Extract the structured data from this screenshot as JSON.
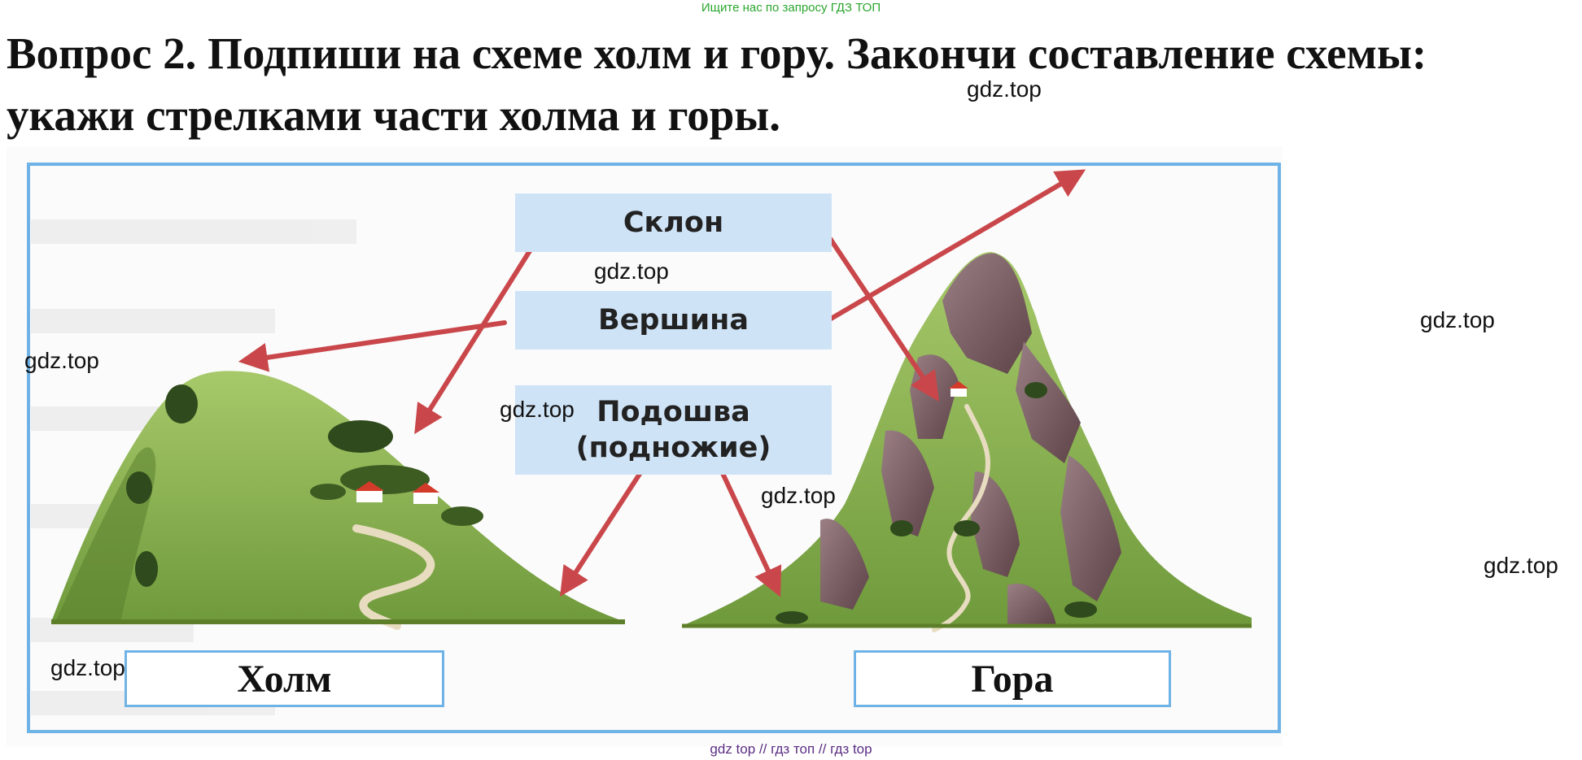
{
  "header": {
    "top_note": "Ищите нас по запросу ГДЗ ТОП",
    "question_line1": "Вопрос 2. Подпиши на схеме холм и гору. Закончи составление схемы:",
    "question_line2": "укажи стрелками части холма и горы."
  },
  "watermarks": [
    "gdz.top",
    "gdz.top",
    "gdz.top",
    "gdz.top",
    "gdz.top",
    "gdz.top",
    "gdz.top"
  ],
  "diagram": {
    "labels": {
      "slope": "Склон",
      "summit": "Вершина",
      "foot_line1": "Подошва",
      "foot_line2": "(подножие)"
    },
    "answers": {
      "hill": "Холм",
      "mountain": "Гора"
    },
    "colors": {
      "frame": "#6fb3e6",
      "label_fill": "#cfe3f6",
      "arrow": "#c9474b",
      "hill_green": "#8cb34a",
      "rock": "#7b5a5e"
    }
  },
  "footer": {
    "note": "gdz top  //  гдз топ  //  гдз top"
  }
}
